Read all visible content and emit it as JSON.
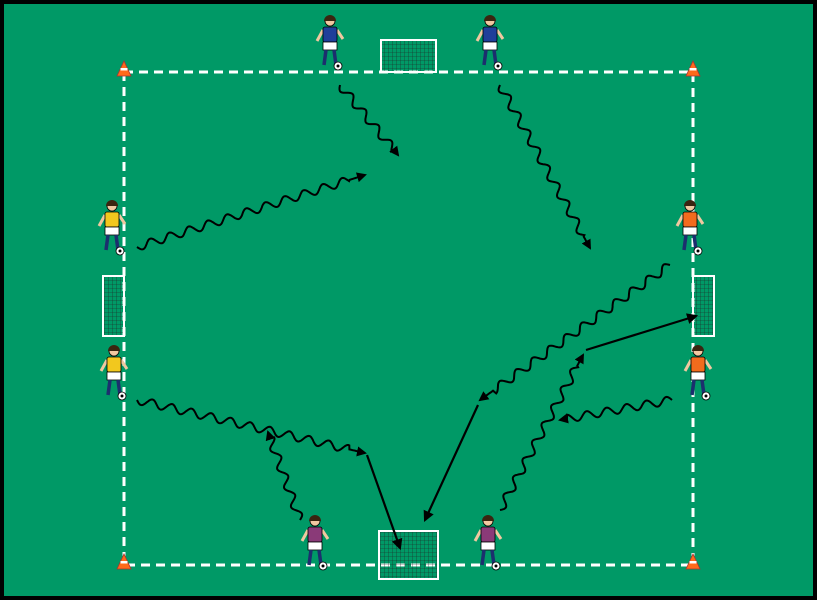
{
  "colors": {
    "pitch": "#009966",
    "border": "#000000",
    "lines": "#ffffff",
    "arrow": "#000000",
    "cone": "#ff6a1a",
    "team_blue_shirt": "#1f3f9a",
    "team_yellow_shirt": "#f2c81e",
    "team_orange_shirt": "#f26b1d",
    "team_purple_shirt": "#8a3a78",
    "shorts": "#ffffff",
    "socks": "#1c2f6e"
  },
  "diagram": {
    "players": [
      {
        "id": "top-left",
        "team": "blue"
      },
      {
        "id": "top-right",
        "team": "blue"
      },
      {
        "id": "left-upper",
        "team": "yellow"
      },
      {
        "id": "left-lower",
        "team": "yellow"
      },
      {
        "id": "right-upper",
        "team": "orange"
      },
      {
        "id": "right-lower",
        "team": "orange"
      },
      {
        "id": "bottom-left",
        "team": "purple"
      },
      {
        "id": "bottom-right",
        "team": "purple"
      }
    ],
    "goals": [
      "top",
      "left",
      "right",
      "bottom"
    ],
    "cones": 4,
    "dribble_arrows": 8,
    "pass_arrows": 3
  }
}
